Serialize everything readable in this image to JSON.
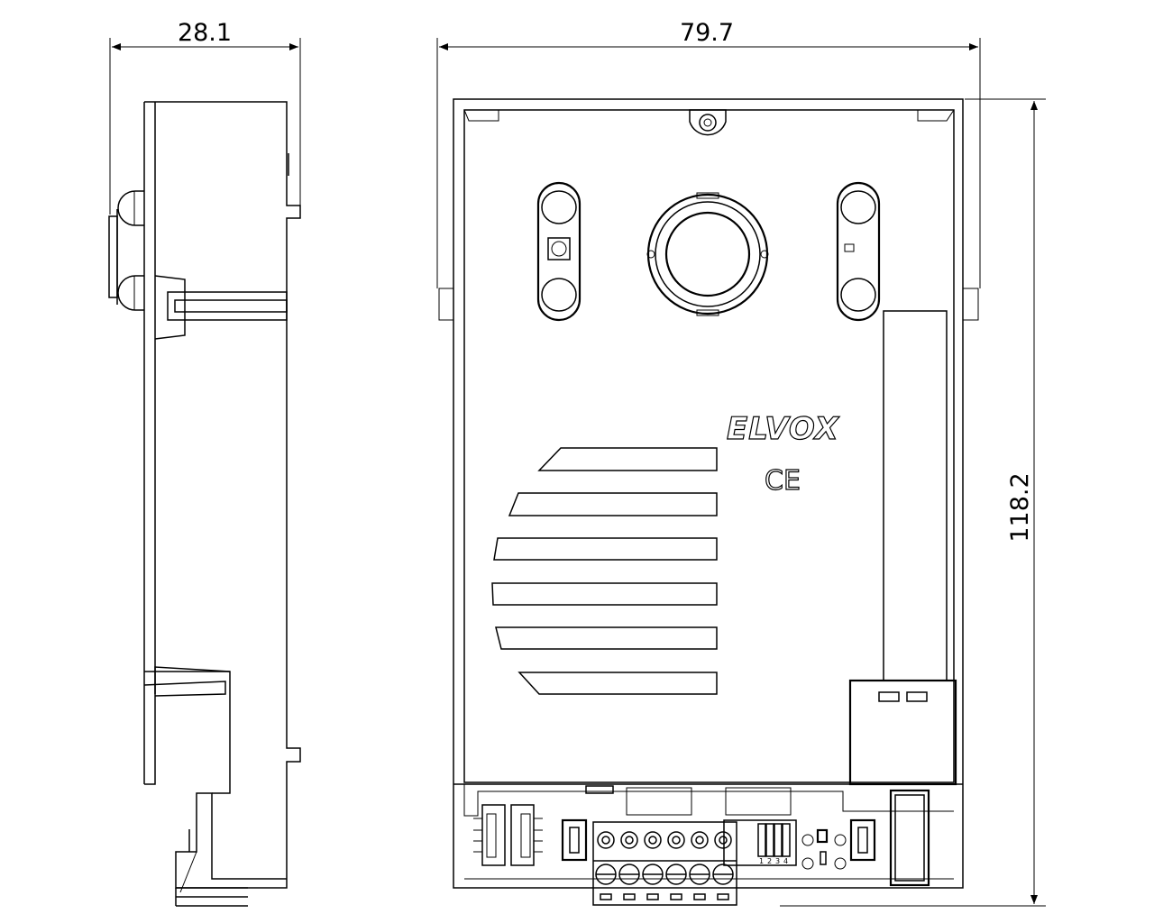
{
  "dimensions": {
    "depth": "28.1",
    "width": "79.7",
    "height": "118.2"
  },
  "labels": {
    "brand_logo": "ELVOX",
    "ce_mark": "CE",
    "dip_switch_numbers": [
      "1",
      "2",
      "3",
      "4"
    ]
  },
  "colors": {
    "line": "#000000",
    "background": "#ffffff"
  }
}
